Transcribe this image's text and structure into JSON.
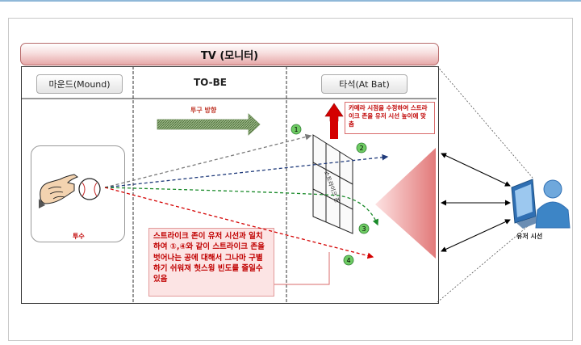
{
  "title": "TV (모니터)",
  "headers": {
    "mound": "마운드(Mound)",
    "tobe": "TO-BE",
    "atbat": "타석(At Bat)"
  },
  "pitch_direction": "투구 방향",
  "pitcher_label": "투수",
  "strike_zone_label": "스트라이크 존",
  "viewer_label": "유저 시선",
  "camera_note": "카메라 시점을 수정하여 스트라이크 존을 유저 시선 높이에 맞춤",
  "main_note": "스트라이크 존이 유저 시선과 일치하여 ①,④와 같이 스트라이크 존을 벗어나는 공에 대해서 그나마 구별하기 쉬워져 헛스윙 빈도를 줄일수 있음",
  "markers": [
    "1",
    "2",
    "3",
    "4"
  ],
  "colors": {
    "tv_bar": "#e7a9a9",
    "red_arrow": "#d40000",
    "note_text": "#c00000",
    "line1": "#7a7a7a",
    "line2": "#1f3a7a",
    "line3": "#1a8a2a",
    "line4": "#d40000"
  }
}
